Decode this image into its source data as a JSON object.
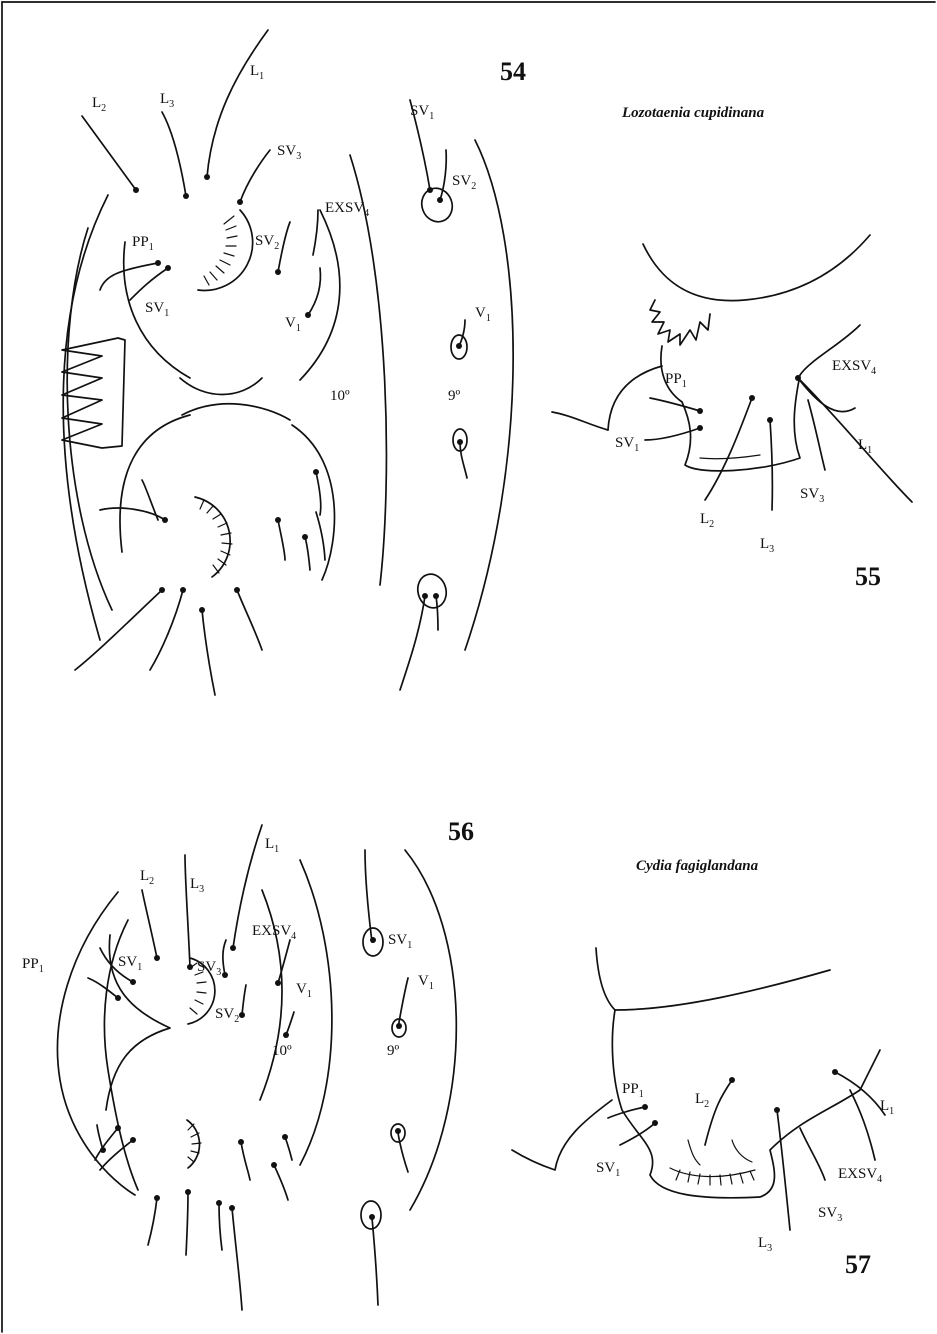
{
  "figures": {
    "fig54": {
      "number": "54",
      "segment_a": "10º",
      "segment_b": "9º"
    },
    "fig55": {
      "number": "55"
    },
    "fig56": {
      "number": "56",
      "segment_a": "10º",
      "segment_b": "9º"
    },
    "fig57": {
      "number": "57"
    }
  },
  "species": {
    "top": "Lozotaenia cupidinana",
    "bottom": "Cydia fagiglandana"
  },
  "setae": {
    "L1": {
      "base": "L",
      "sub": "1"
    },
    "L2": {
      "base": "L",
      "sub": "2"
    },
    "L3": {
      "base": "L",
      "sub": "3"
    },
    "SV1": {
      "base": "SV",
      "sub": "1"
    },
    "SV2": {
      "base": "SV",
      "sub": "2"
    },
    "SV3": {
      "base": "SV",
      "sub": "3"
    },
    "V1": {
      "base": "V",
      "sub": "1"
    },
    "PP1": {
      "base": "PP",
      "sub": "1"
    },
    "EXSV4": {
      "base": "EXSV",
      "sub": "4"
    }
  }
}
